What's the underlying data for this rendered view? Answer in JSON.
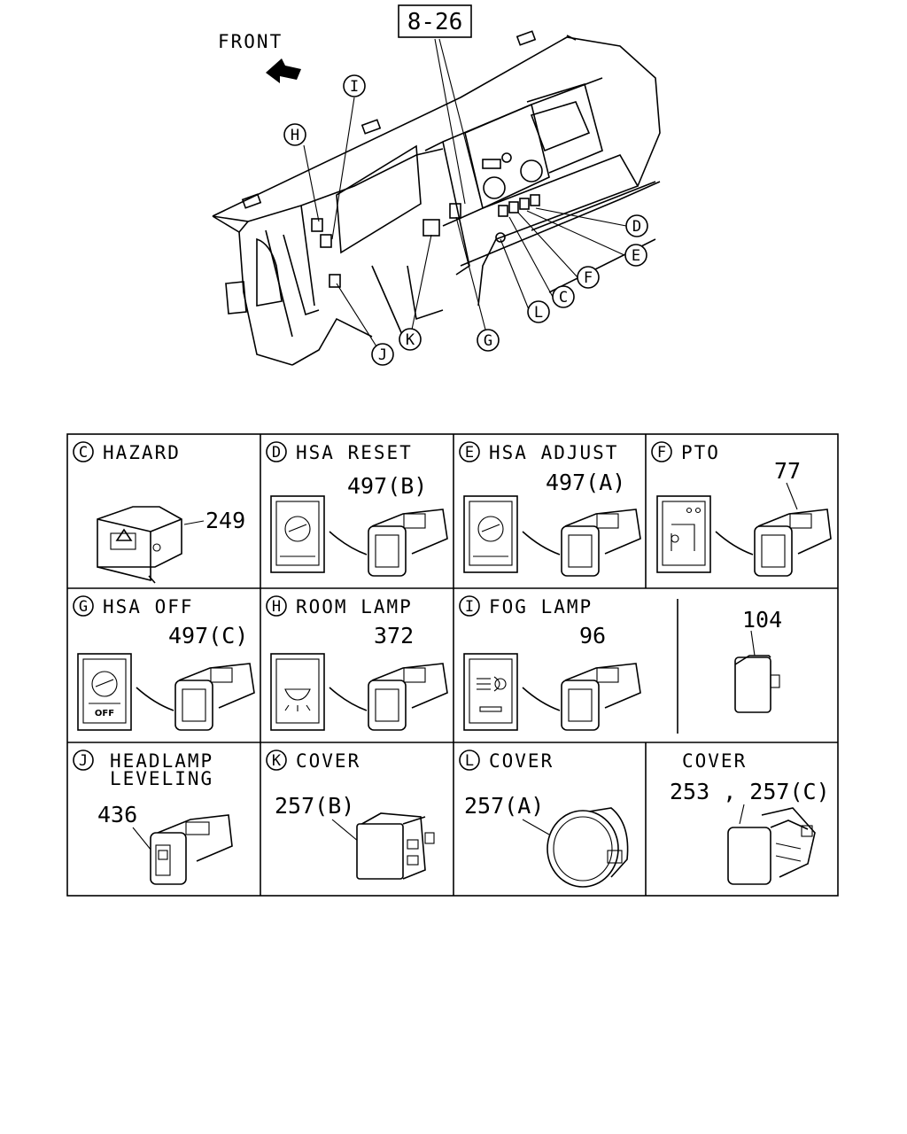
{
  "overview": {
    "ref_box": "8-26",
    "front_label": "FRONT",
    "callouts": [
      {
        "letter": "H"
      },
      {
        "letter": "I"
      },
      {
        "letter": "D"
      },
      {
        "letter": "E"
      },
      {
        "letter": "F"
      },
      {
        "letter": "C"
      },
      {
        "letter": "L"
      },
      {
        "letter": "J"
      },
      {
        "letter": "K"
      },
      {
        "letter": "G"
      }
    ]
  },
  "panels": [
    {
      "letter": "C",
      "title": "HAZARD",
      "part": "249"
    },
    {
      "letter": "D",
      "title": "HSA RESET",
      "part": "497(B)"
    },
    {
      "letter": "E",
      "title": "HSA ADJUST",
      "part": "497(A)"
    },
    {
      "letter": "F",
      "title": "PTO",
      "part": "77"
    },
    {
      "letter": "G",
      "title": "HSA OFF",
      "part": "497(C)",
      "badge": "OFF"
    },
    {
      "letter": "H",
      "title": "ROOM LAMP",
      "part": "372"
    },
    {
      "letter": "I",
      "title": "FOG LAMP",
      "part": "96",
      "part_extra": "104"
    },
    {
      "letter": "J",
      "title": "HEADLAMP",
      "title_line2": "LEVELING",
      "part": "436"
    },
    {
      "letter": "K",
      "title": "COVER",
      "part": "257(B)"
    },
    {
      "letter": "L",
      "title": "COVER",
      "part": "257(A)"
    },
    {
      "letter": "",
      "title": "COVER",
      "part": "253 , 257(C)"
    }
  ]
}
